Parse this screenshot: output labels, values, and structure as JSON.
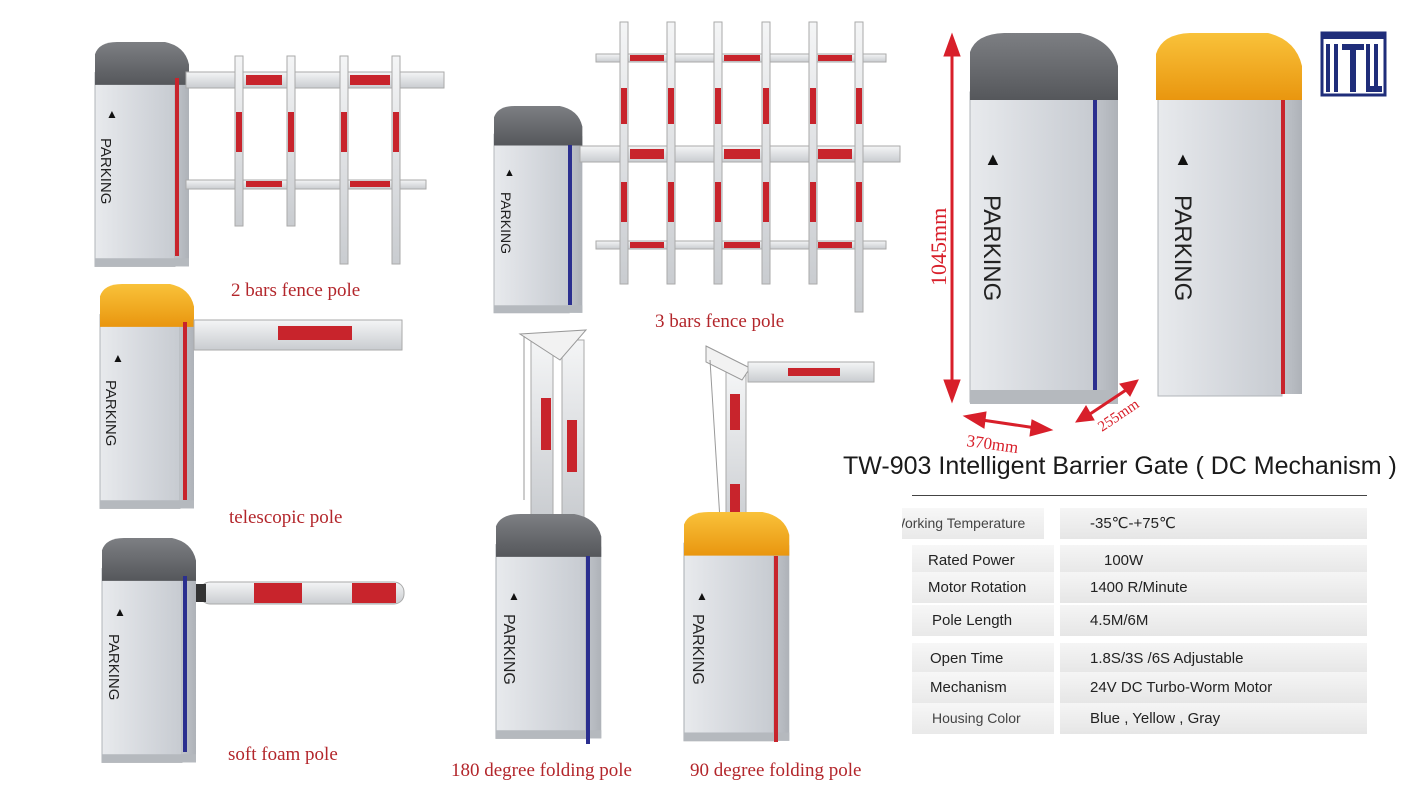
{
  "header": {
    "title": "TW-903 Intelligent Barrier Gate ( DC Mechanism )"
  },
  "captions": {
    "fence2": "2 bars fence pole",
    "fence3": "3 bars fence pole",
    "telescopic": "telescopic pole",
    "foam": "soft foam pole",
    "fold180": "180 degree folding pole",
    "fold90": "90 degree folding pole"
  },
  "cabinet_label": "PARKING",
  "dimensions": {
    "height": "1045mm",
    "width": "370mm",
    "depth": "255mm"
  },
  "specs": [
    {
      "key": "Working Temperature",
      "value": "-35℃-+75℃"
    },
    {
      "key": "Rated Power",
      "value": "100W"
    },
    {
      "key": "Motor Rotation",
      "value": "1400 R/Minute"
    },
    {
      "key": "Pole Length",
      "value": "4.5M/6M"
    },
    {
      "key": "Open Time",
      "value": "1.8S/3S /6S Adjustable"
    },
    {
      "key": "Mechanism",
      "value": "24V DC Turbo-Worm Motor"
    },
    {
      "key": "Housing Color",
      "value": "Blue , Yellow , Gray"
    }
  ],
  "colors": {
    "accent_red": "#c8242c",
    "caption_red": "#b3262b",
    "cap_gray": "#6b6d70",
    "cap_yellow": "#f2a516",
    "body_gray": "#d9dce0",
    "stripe_blue": "#2b2f8f",
    "logo_blue": "#1f2d7a"
  },
  "logo": {
    "icon": "brand-logo-icon"
  }
}
